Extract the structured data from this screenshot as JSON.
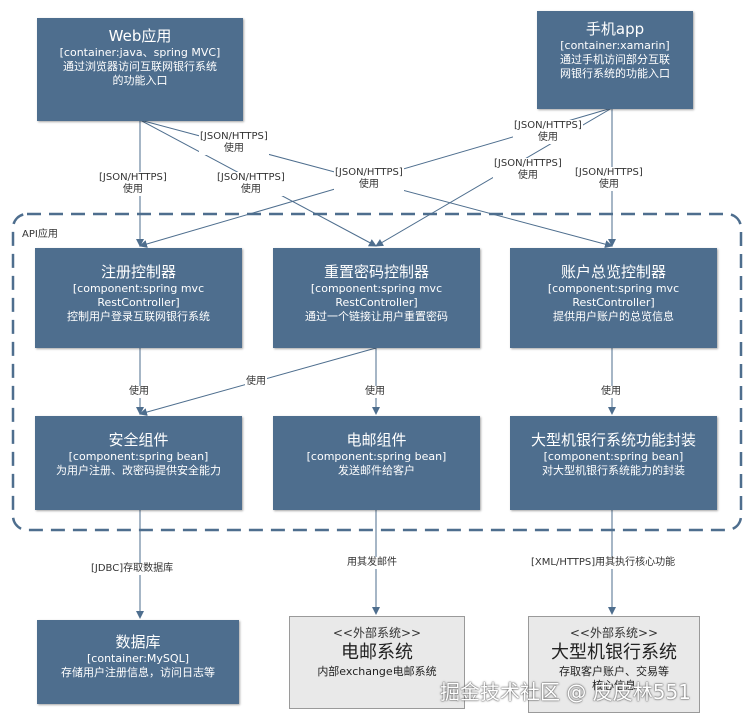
{
  "boundary": {
    "label": "API应用"
  },
  "web": {
    "title": "Web应用",
    "tech": "[container:java、spring MVC]",
    "desc1": "通过浏览器访问互联网银行系统",
    "desc2": "的功能入口"
  },
  "mobile": {
    "title": "手机app",
    "tech": "[container:xamarin]",
    "desc1": "通过手机访问部分互联",
    "desc2": "网银行系统的功能入口"
  },
  "reg": {
    "title": "注册控制器",
    "tech1": "[component:spring mvc",
    "tech2": "RestController]",
    "desc": "控制用户登录互联网银行系统"
  },
  "reset": {
    "title": "重置密码控制器",
    "tech1": "[component:spring mvc",
    "tech2": "RestController]",
    "desc": "通过一个链接让用户重置密码"
  },
  "account": {
    "title": "账户总览控制器",
    "tech1": "[component:spring mvc",
    "tech2": "RestController]",
    "desc": "提供用户账户的总览信息"
  },
  "security": {
    "title": "安全组件",
    "tech": "[component:spring bean]",
    "desc": "为用户注册、改密码提供安全能力"
  },
  "email": {
    "title": "电邮组件",
    "tech": "[component:spring bean]",
    "desc": "发送邮件给客户"
  },
  "mainframe": {
    "title": "大型机银行系统功能封装",
    "tech": "[component:spring bean]",
    "desc": "对大型机银行系统能力的封装"
  },
  "db": {
    "title": "数据库",
    "tech": "[container:MySQL]",
    "desc": "存储用户注册信息，访问日志等"
  },
  "ext_email": {
    "stereo": "<<外部系统>>",
    "title": "电邮系统",
    "desc": "内部exchange电邮系统"
  },
  "ext_bank": {
    "stereo": "<<外部系统>>",
    "title": "大型机银行系统",
    "desc1": "存取客户账户、交易等",
    "desc2": "核心信息"
  },
  "labels": {
    "json": "[JSON/HTTPS]",
    "use": "使用",
    "jdbc": "[JDBC]存取数据库",
    "sendmail": "用其发邮件",
    "xml": "[XML/HTTPS]用其执行核心功能"
  },
  "watermark": "掘金技术社区 @ 皮皮林551"
}
